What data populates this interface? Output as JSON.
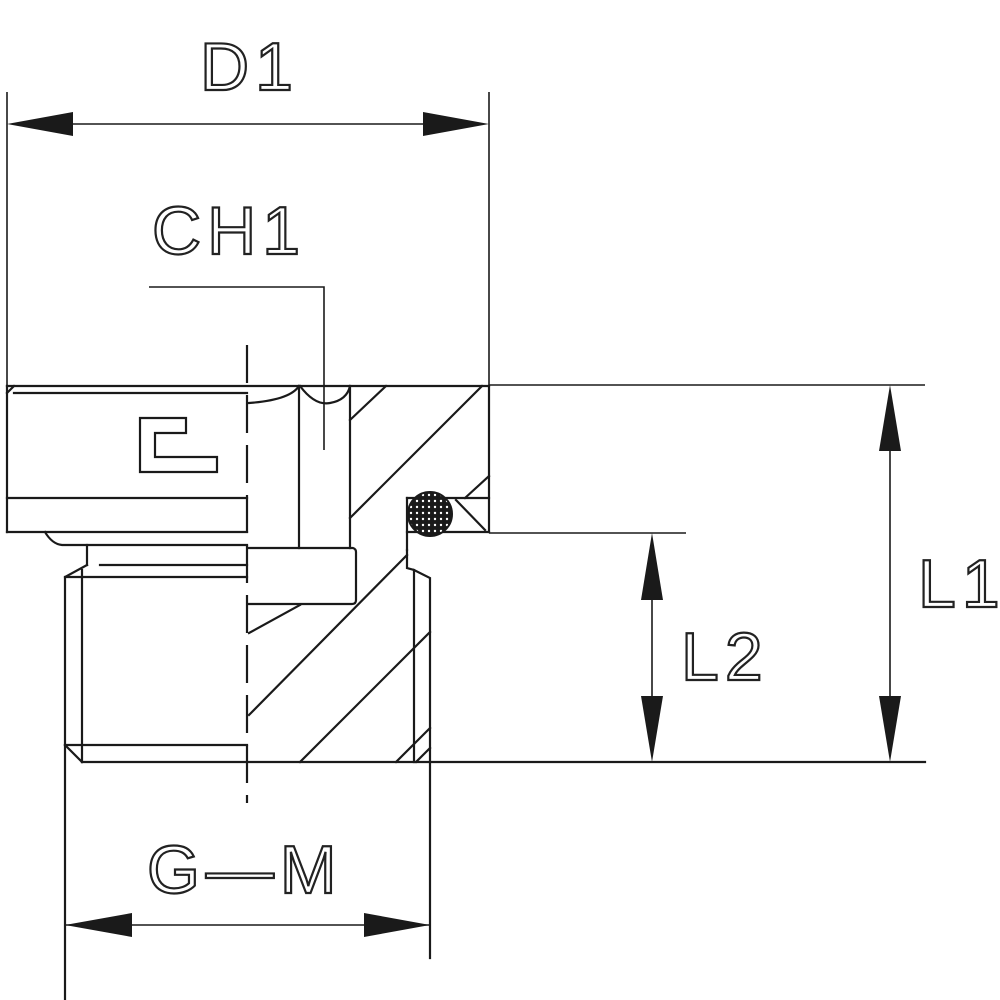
{
  "drawing": {
    "type": "technical section drawing - threaded plug with O-ring seal",
    "labels": {
      "d1": "D1",
      "ch1": "CH1",
      "l1": "L1",
      "l2": "L2",
      "thread": "G—M"
    },
    "colors": {
      "line": "#1a1a1a",
      "background": "#ffffff"
    }
  }
}
